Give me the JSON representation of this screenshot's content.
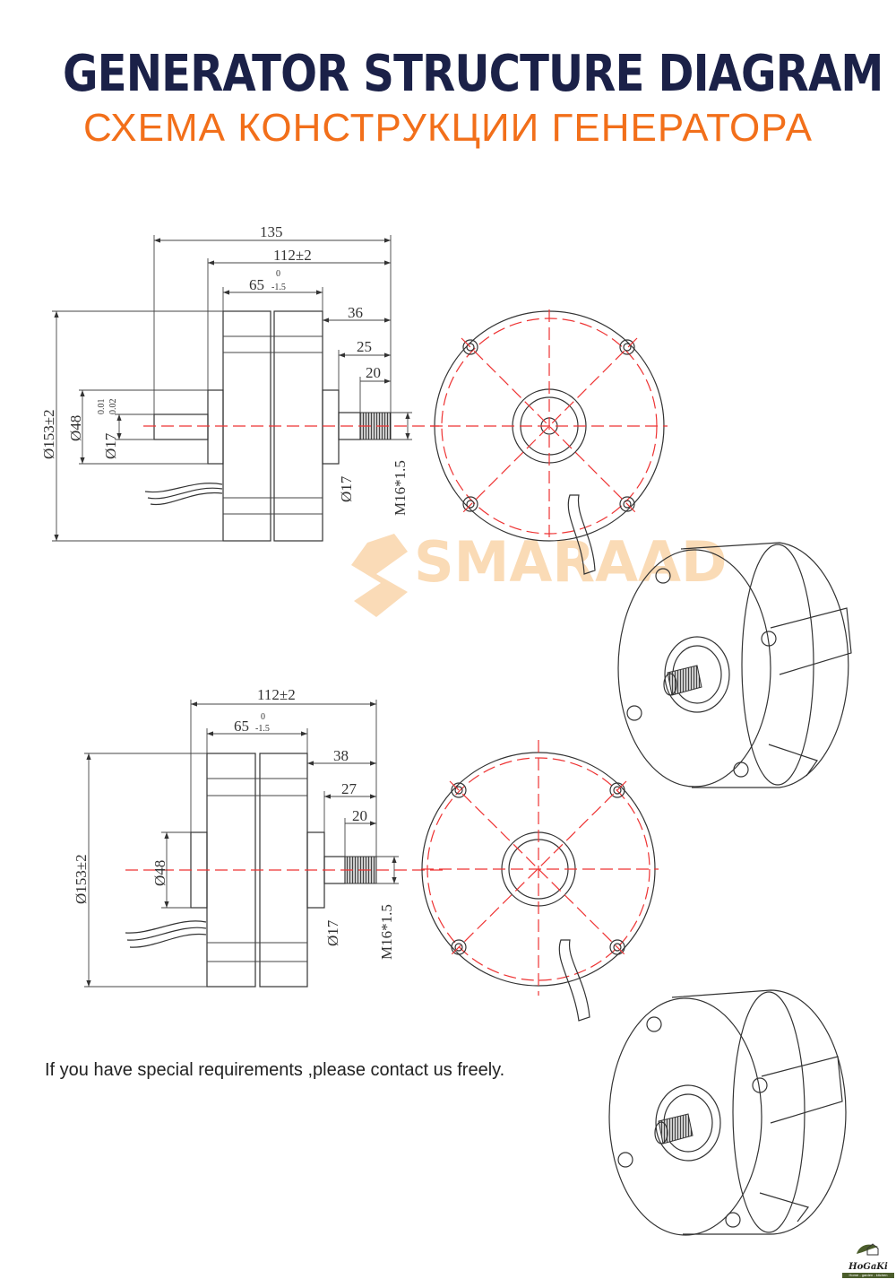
{
  "title_en": "GENERATOR STRUCTURE DIAGRAM",
  "title_ru": "СХЕМА КОНСТРУКЦИИ ГЕНЕРАТОРА",
  "note": "If you have special requirements ,please contact us freely.",
  "watermark": "SMARAAD",
  "logo": {
    "name": "HoGaKi",
    "slogan": "Home - garden - kitchen"
  },
  "colors": {
    "title": "#1b2148",
    "subtitle": "#f26f1a",
    "centerline": "#e33333"
  },
  "diagram1": {
    "d135": "135",
    "d112": "112±2",
    "d65": "65",
    "d65_tol_upper": "0",
    "d65_tol_lower": "-1.5",
    "d36": "36",
    "d25": "25",
    "d20": "20",
    "d153": "Ø153±2",
    "d48": "Ø48",
    "d17_left": "Ø17",
    "d17_tol_upper": "0.01",
    "d17_tol_lower": "0.02",
    "d17_right": "Ø17",
    "thread": "M16*1.5"
  },
  "diagram2": {
    "d112": "112±2",
    "d65": "65",
    "d65_tol_upper": "0",
    "d65_tol_lower": "-1.5",
    "d38": "38",
    "d27": "27",
    "d20": "20",
    "d153": "Ø153±2",
    "d48": "Ø48",
    "d17_right": "Ø17",
    "thread": "M16*1.5"
  }
}
